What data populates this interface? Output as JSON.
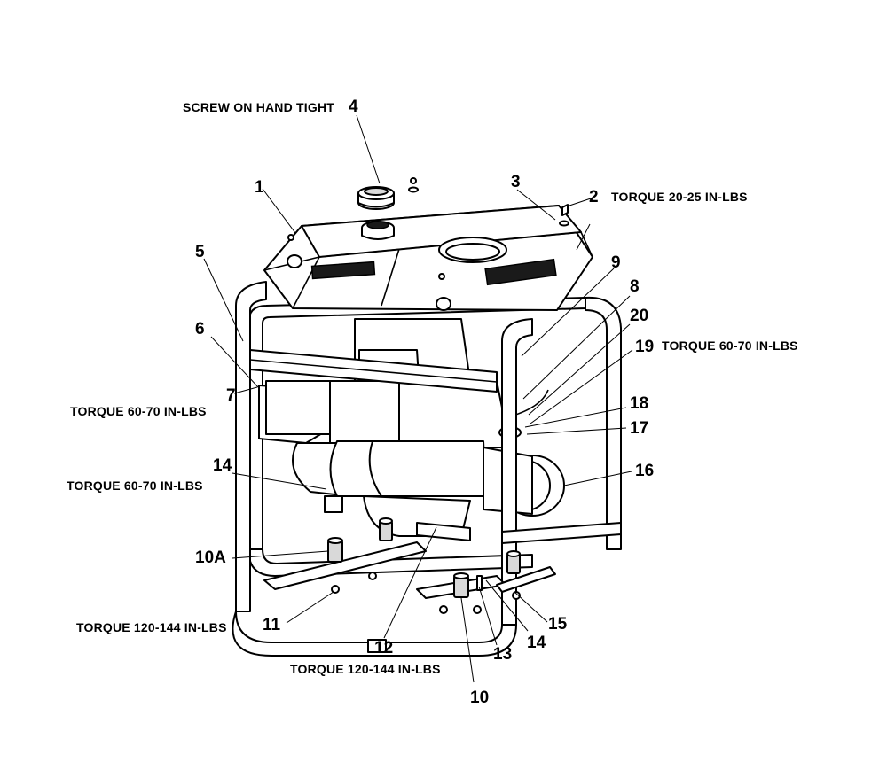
{
  "callouts": [
    {
      "id": "c1",
      "label": "1"
    },
    {
      "id": "c2",
      "label": "2"
    },
    {
      "id": "c3",
      "label": "3"
    },
    {
      "id": "c4",
      "label": "4"
    },
    {
      "id": "c5",
      "label": "5"
    },
    {
      "id": "c6",
      "label": "6"
    },
    {
      "id": "c7",
      "label": "7"
    },
    {
      "id": "c8",
      "label": "8"
    },
    {
      "id": "c9",
      "label": "9"
    },
    {
      "id": "c10",
      "label": "10"
    },
    {
      "id": "c10a",
      "label": "10A"
    },
    {
      "id": "c11",
      "label": "11"
    },
    {
      "id": "c12",
      "label": "12"
    },
    {
      "id": "c13",
      "label": "13"
    },
    {
      "id": "c14a",
      "label": "14"
    },
    {
      "id": "c14b",
      "label": "14"
    },
    {
      "id": "c15",
      "label": "15"
    },
    {
      "id": "c16",
      "label": "16"
    },
    {
      "id": "c17",
      "label": "17"
    },
    {
      "id": "c18",
      "label": "18"
    },
    {
      "id": "c19",
      "label": "19"
    },
    {
      "id": "c20",
      "label": "20"
    }
  ],
  "notes": {
    "screw_on": "SCREW ON HAND TIGHT",
    "torque_2": "TORQUE 20-25 IN-LBS",
    "torque_19": "TORQUE 60-70 IN-LBS",
    "torque_7": "TORQUE 60-70 IN-LBS",
    "torque_14": "TORQUE 60-70 IN-LBS",
    "torque_11": "TORQUE 120-144 IN-LBS",
    "torque_12": "TORQUE 120-144 IN-LBS"
  },
  "colors": {
    "line": "#000000",
    "background": "#ffffff",
    "shade": "#d9d9d9"
  }
}
